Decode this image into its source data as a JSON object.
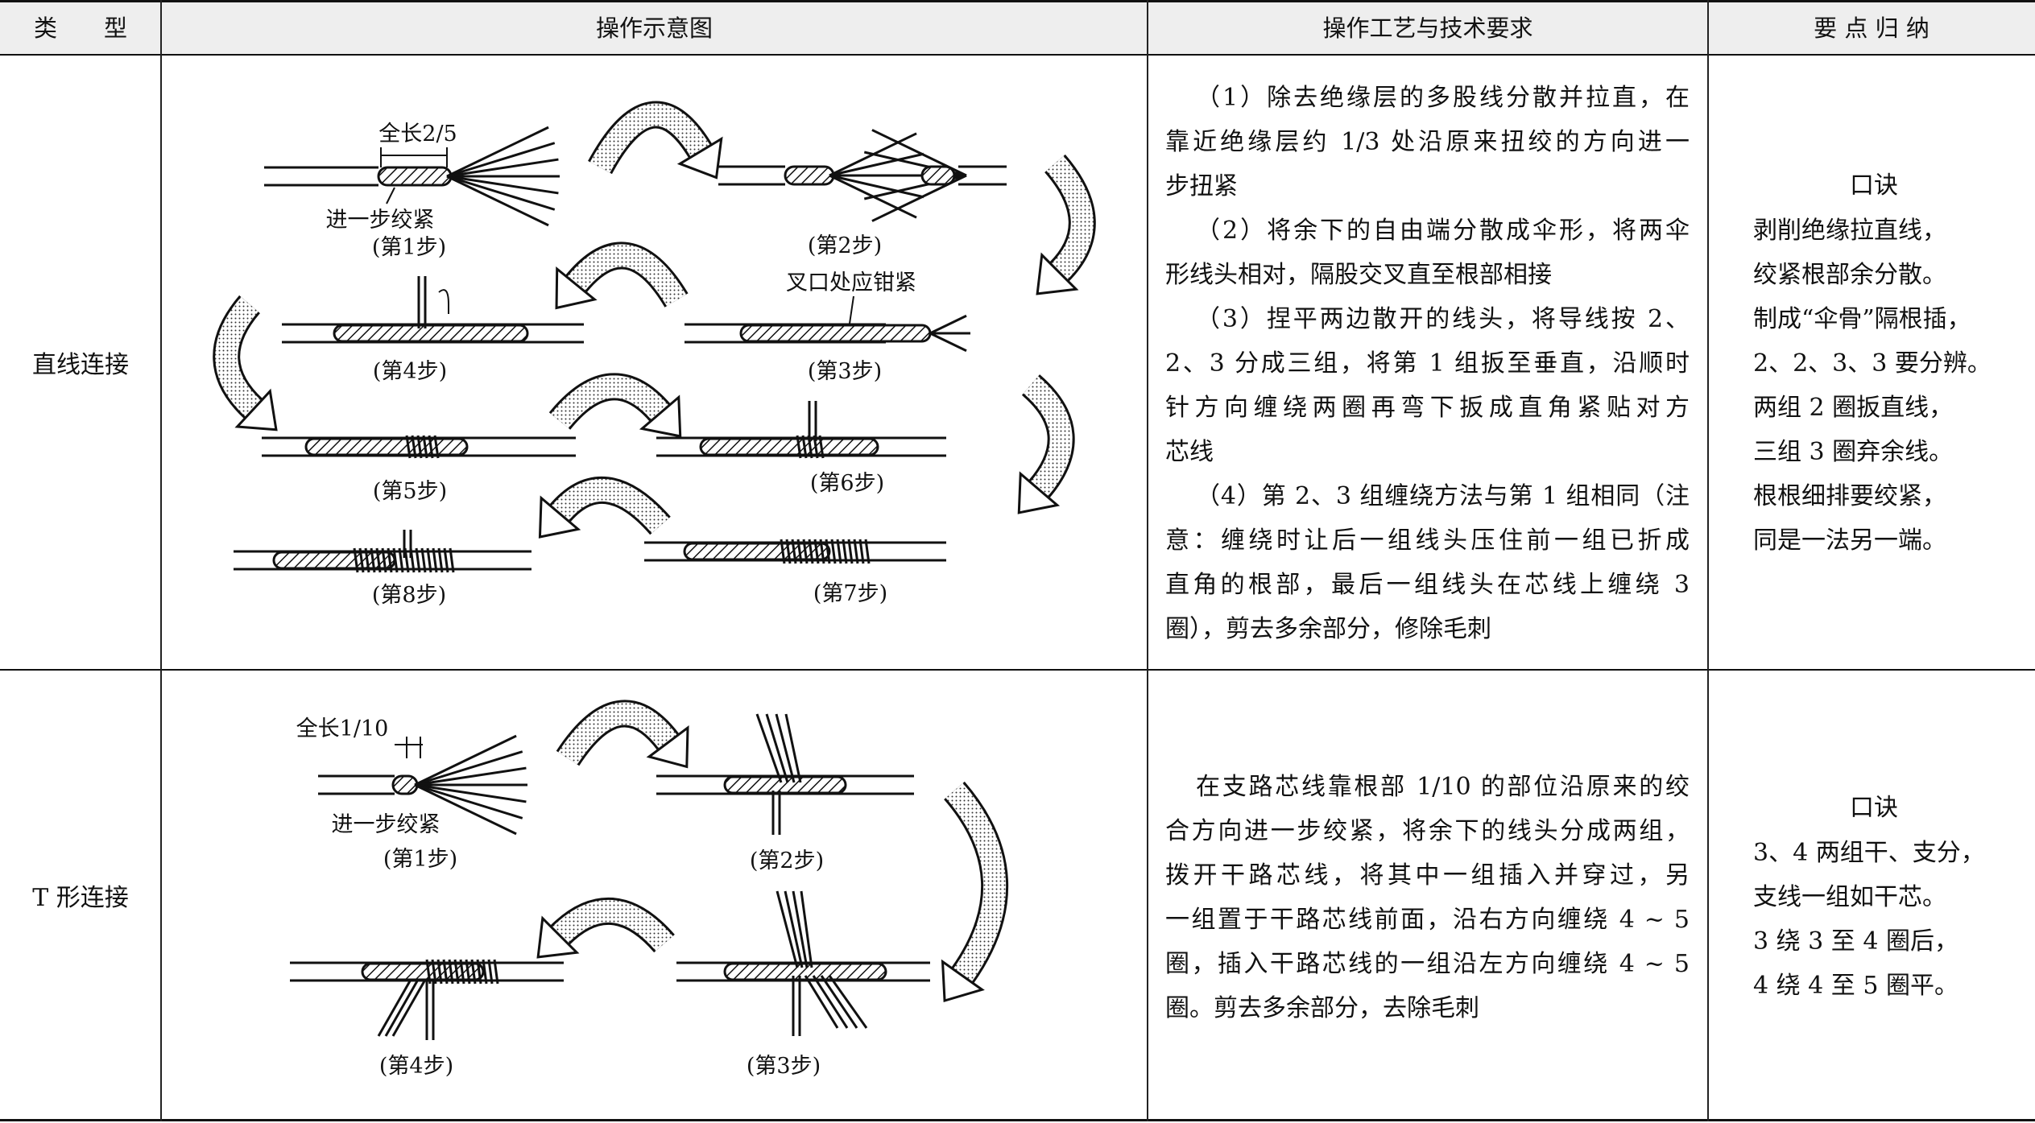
{
  "header": {
    "type": "类　　型",
    "diagram": "操作示意图",
    "process": "操作工艺与技术要求",
    "summary": "要 点 归 纳"
  },
  "rows": [
    {
      "type": "直线连接",
      "diagram_labels": {
        "length": "全长2/5",
        "twist": "进一步绞紧",
        "fork": "叉口处应钳紧",
        "steps": [
          "(第1步)",
          "(第2步)",
          "(第3步)",
          "(第4步)",
          "(第5步)",
          "(第6步)",
          "(第7步)",
          "(第8步)"
        ]
      },
      "process_lines": [
        "（1）除去绝缘层的多股线分散并拉直，在",
        "靠近绝缘层约 1/3 处沿原来扭绞的方向进一",
        "步扭紧",
        "（2）将余下的自由端分散成伞形，将两伞",
        "形线头相对，隔股交叉直至根部相接",
        "（3）捏平两边散开的线头，将导线按 2、",
        "2、3 分成三组，将第 1 组扳至垂直，沿顺时",
        "针方向缠绕两圈再弯下扳成直角紧贴对方",
        "芯线",
        "（4）第 2、3 组缠绕方法与第 1 组相同（注",
        "意：缠绕时让后一组线头压住前一组已折成",
        "直角的根部，最后一组线头在芯线上缠绕 3",
        "圈），剪去多余部分，修除毛刺"
      ],
      "summary_title": "口诀",
      "summary_lines": [
        "剥削绝缘拉直线，",
        "绞紧根部余分散。",
        "制成“伞骨”隔根插，",
        "2、2、3、3 要分辨。",
        "两组 2 圈扳直线，",
        "三组 3 圈弃余线。",
        "根根细排要绞紧，",
        "同是一法另一端。"
      ]
    },
    {
      "type": "T 形连接",
      "diagram_labels": {
        "length": "全长1/10",
        "twist": "进一步绞紧",
        "steps": [
          "(第1步)",
          "(第2步)",
          "(第3步)",
          "(第4步)"
        ]
      },
      "process_lines": [
        "在支路芯线靠根部 1/10 的部位沿原来的绞",
        "合方向进一步绞紧，将余下的线头分成两组，",
        "拨开干路芯线，将其中一组插入并穿过，另",
        "一组置于干路芯线前面，沿右方向缠绕 4 ~ 5",
        "圈，插入干路芯线的一组沿左方向缠绕 4 ~ 5",
        "圈。剪去多余部分，去除毛刺"
      ],
      "summary_title": "口诀",
      "summary_lines": [
        "3、4 两组干、支分，",
        "支线一组如干芯。",
        "3 绕 3 至 4 圈后，",
        "4 绕 4 至 5 圈平。"
      ]
    }
  ]
}
